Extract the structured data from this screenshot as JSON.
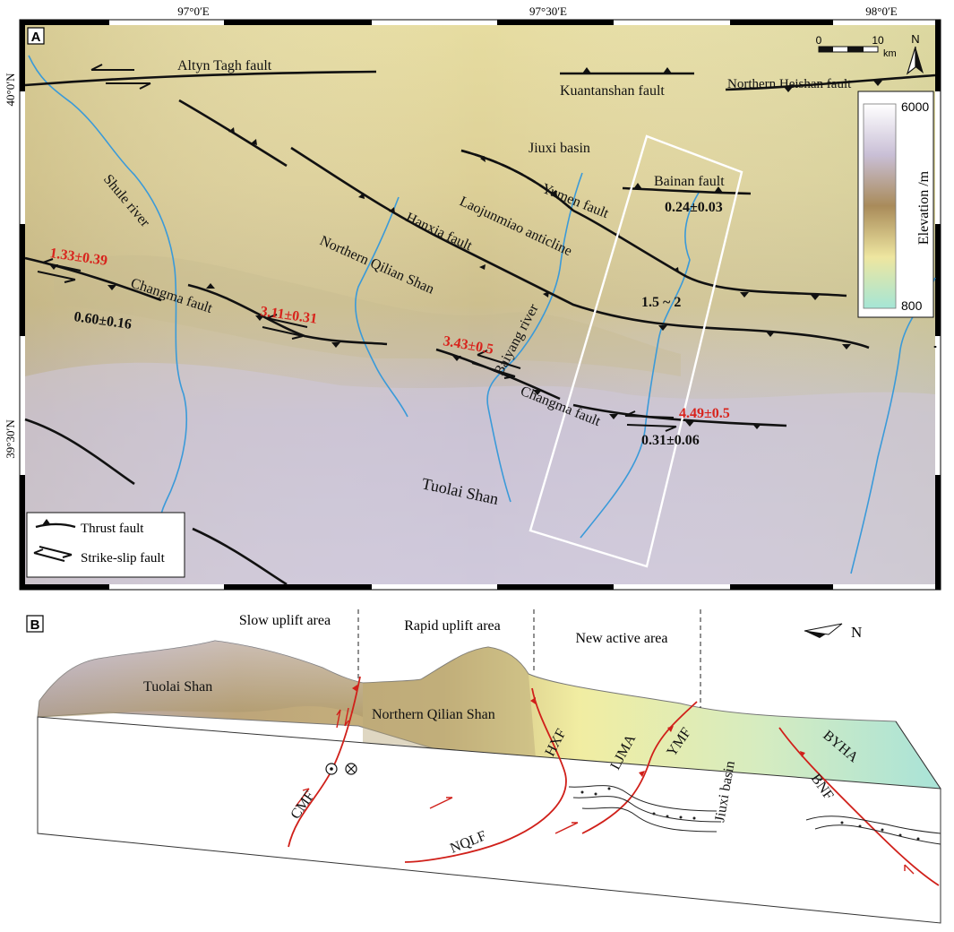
{
  "panel_a": {
    "label": "A",
    "coordinates": {
      "top_lon": [
        "97°0′E",
        "97°30′E",
        "98°0′E"
      ],
      "left_lat": [
        "40°0′N",
        "39°30′N"
      ]
    },
    "scale": {
      "zero": "0",
      "ten": "10",
      "unit": "km"
    },
    "north": "N",
    "elevation_legend": {
      "title": "Elevation /m",
      "max": "6000",
      "min": "800"
    },
    "legend": {
      "thrust": "Thrust fault",
      "strike_slip": "Strike-slip fault"
    },
    "faults": {
      "altyn": "Altyn Tagh fault",
      "kuantanshan": "Kuantanshan fault",
      "heishan": "Northern Heishan fault",
      "bainan": "Bainan fault",
      "yumen": "Yumen fault",
      "hanxia": "Hanxia fault",
      "changma_w": "Changma fault",
      "changma_e": "Changma fault"
    },
    "places": {
      "jiuxi": "Jiuxi basin",
      "laojunmiao": "Laojunmiao anticline",
      "nqs": "Northern Qilian Shan",
      "tuolai": "Tuolai Shan",
      "shule": "Shule river",
      "baiyang": "Baiyang river"
    },
    "rates": {
      "r1": "1.33±0.39",
      "r2": "0.60±0.16",
      "r3": "3.11±0.31",
      "r4": "3.43±0.5",
      "r5": "4.49±0.5",
      "r6": "0.31±0.06",
      "r7": "0.24±0.03",
      "r8": "1.5 ~ 2"
    }
  },
  "panel_b": {
    "label": "B",
    "areas": {
      "slow": "Slow uplift area",
      "rapid": "Rapid uplift area",
      "new": "New active area"
    },
    "north": "N",
    "labels": {
      "tuolai": "Tuolai Shan",
      "nqs": "Northern Qilian Shan",
      "hxf": "HXF",
      "ljma": "LJMA",
      "ymf": "YMF",
      "jiuxi": "Jiuxi basin",
      "bnf": "BNF",
      "byha": "BYHA",
      "cmf": "CMF",
      "nqlf": "NQLF"
    }
  },
  "colors": {
    "rate_red": "#d8231c",
    "fault_black": "#111111",
    "river_blue": "#3a9ad9",
    "section_fault_red": "#d0201a"
  }
}
